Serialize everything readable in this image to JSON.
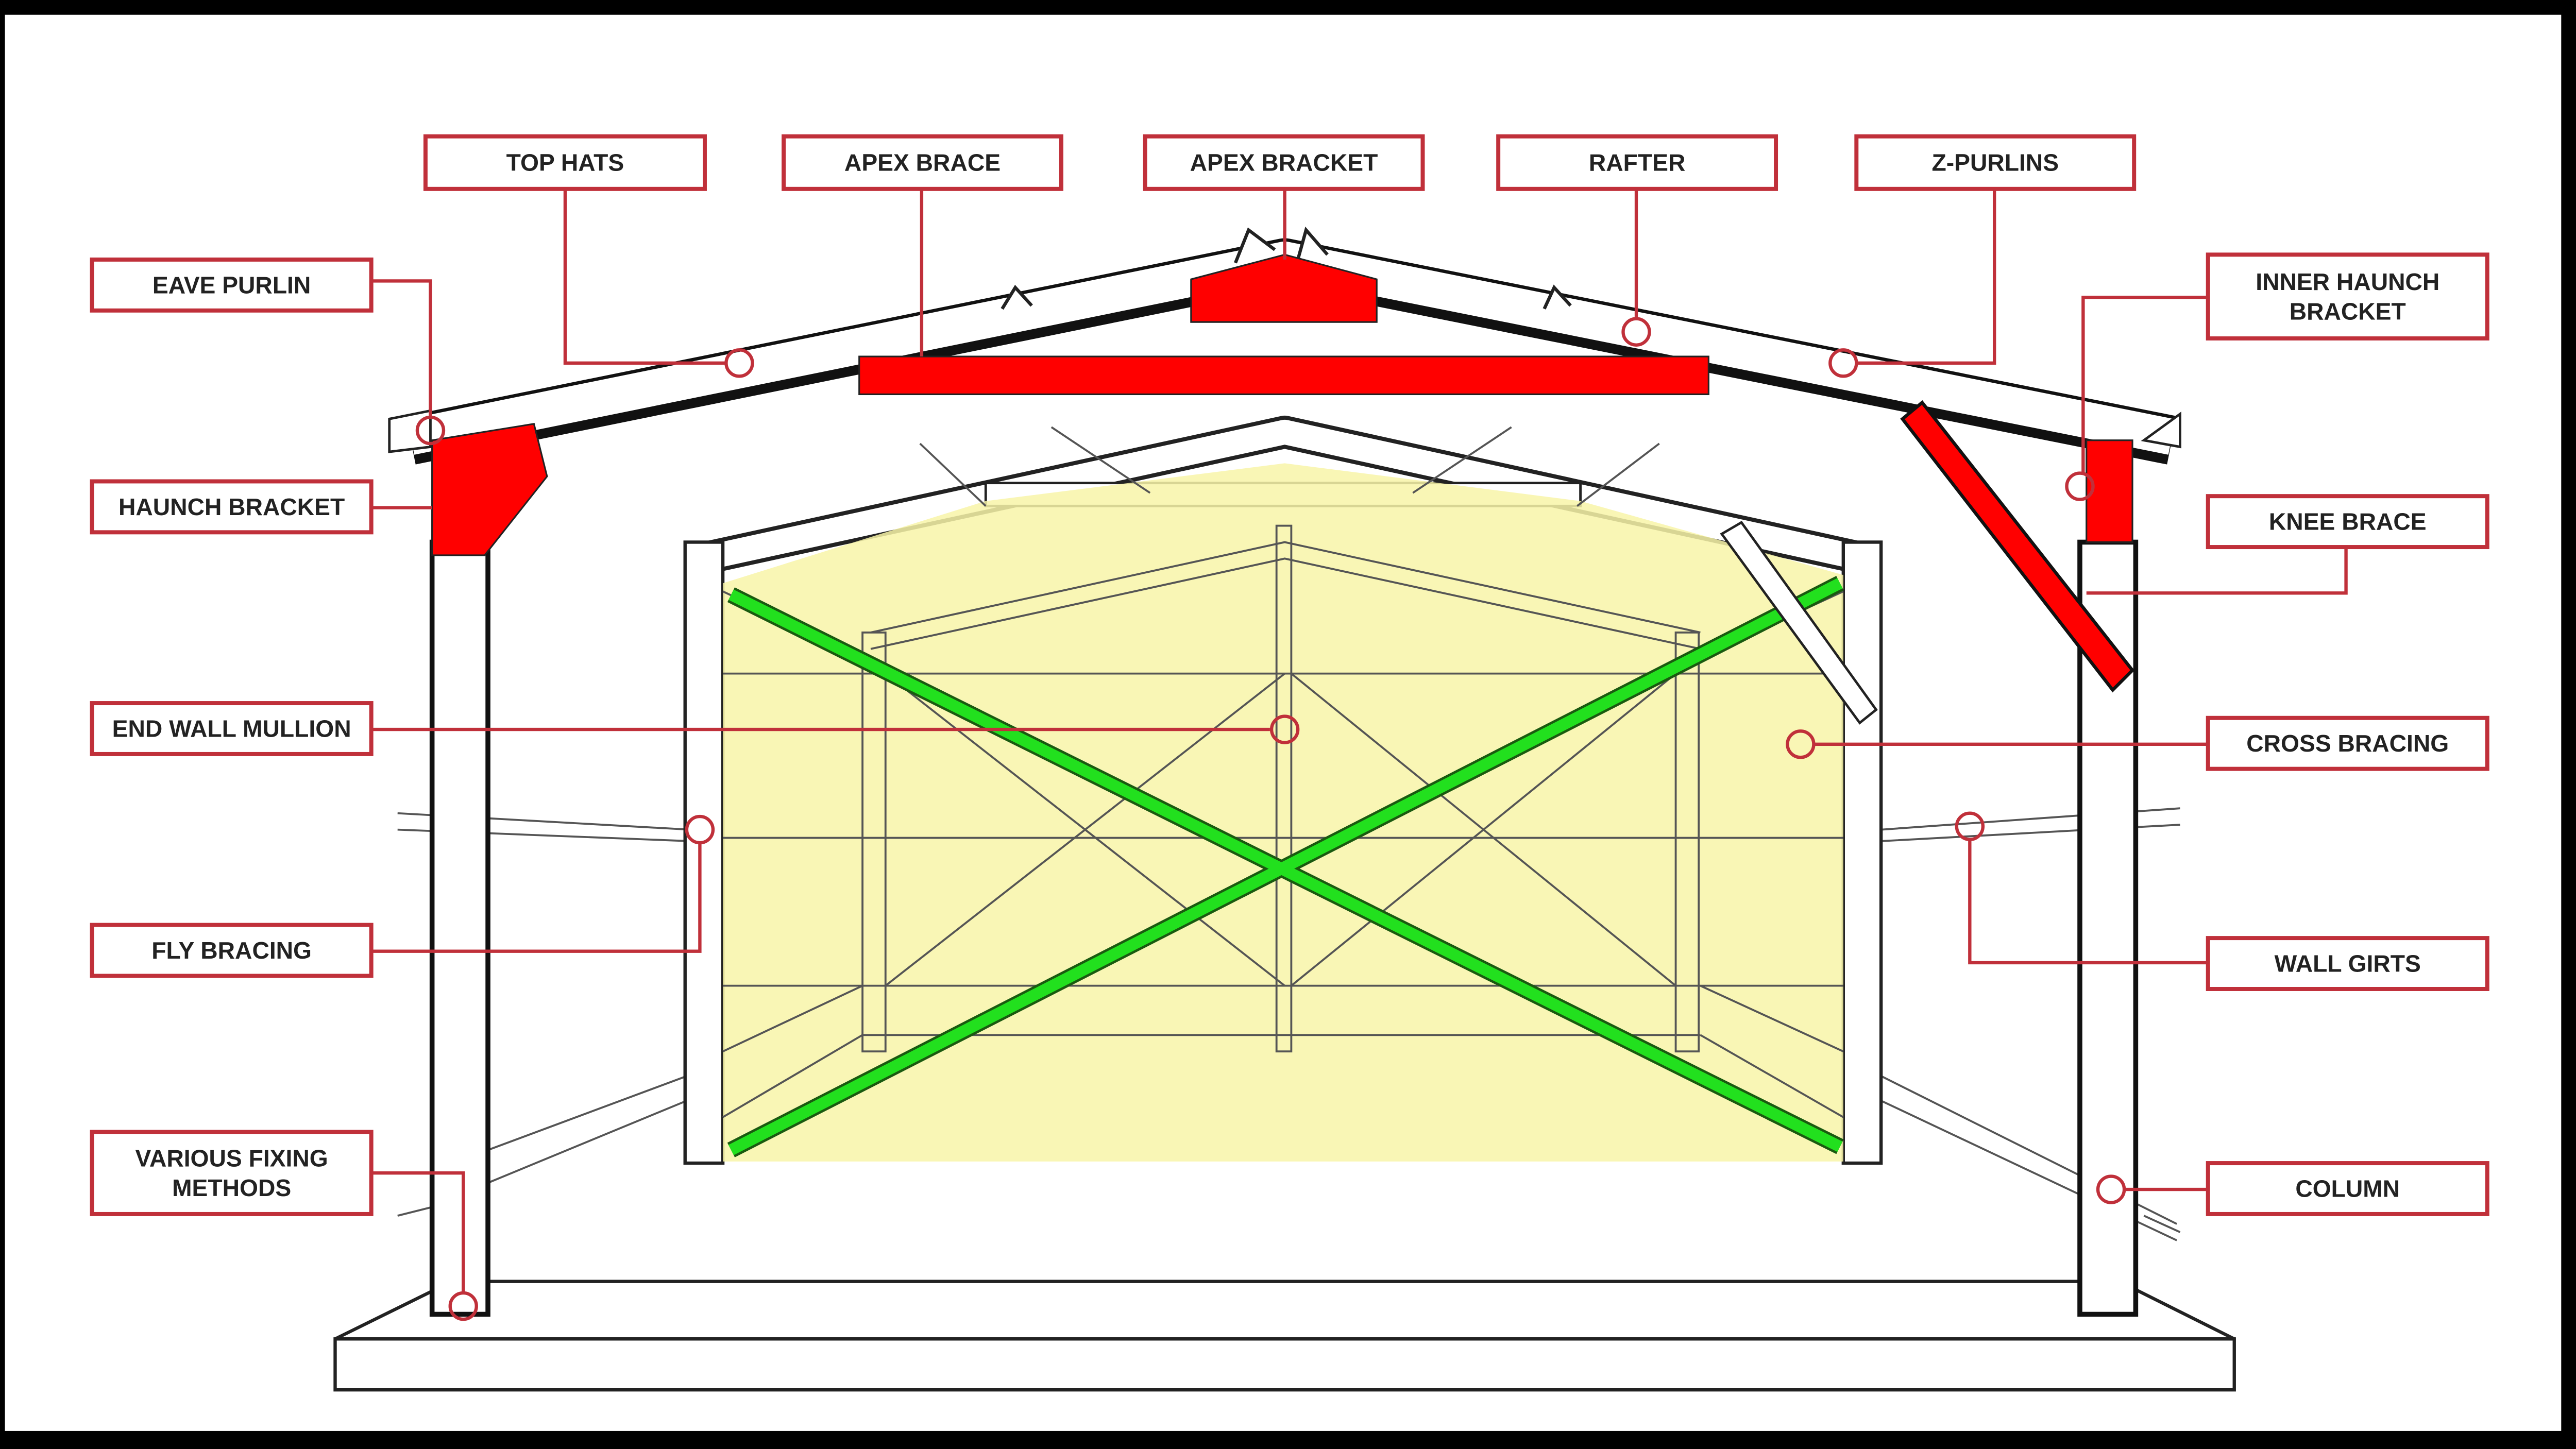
{
  "diagram": {
    "labels": {
      "top_hats": "TOP HATS",
      "apex_brace": "APEX BRACE",
      "apex_bracket": "APEX BRACKET",
      "rafter": "RAFTER",
      "z_purlins": "Z-PURLINS",
      "eave_purlin": "EAVE PURLIN",
      "haunch_bracket": "HAUNCH BRACKET",
      "end_wall_mullion": "END WALL MULLION",
      "fly_bracing": "FLY BRACING",
      "various_fixing_methods": [
        "VARIOUS FIXING",
        "METHODS"
      ],
      "inner_haunch_bracket": [
        "INNER HAUNCH",
        "BRACKET"
      ],
      "knee_brace": "KNEE BRACE",
      "cross_bracing": "CROSS BRACING",
      "wall_girts": "WALL GIRTS",
      "column": "COLUMN"
    },
    "colors": {
      "callout": "#c0303a",
      "highlight_red": "#ff0000",
      "bracing_green": "#22e01e",
      "end_wall_fill": "#f8f4a8"
    }
  }
}
